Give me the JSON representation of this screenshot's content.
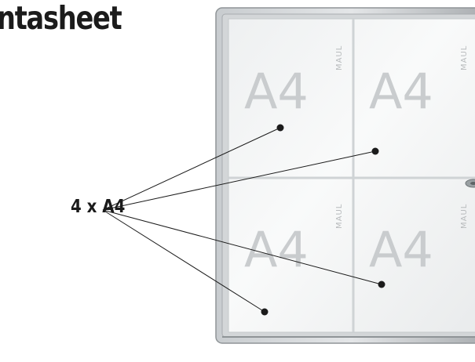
{
  "heading": {
    "title": "ntasheet"
  },
  "callout": {
    "label": "4 x A4"
  },
  "cabinet": {
    "panels": [
      {
        "format": "A4",
        "brand": "MAUL"
      },
      {
        "format": "A4",
        "brand": "MAUL"
      },
      {
        "format": "A4",
        "brand": "MAUL"
      },
      {
        "format": "A4",
        "brand": "MAUL"
      }
    ]
  },
  "colors": {
    "frame": "#9ea3a6",
    "panel": "#f5f6f6",
    "text": "#1b1b1b",
    "watermark": "#c9ccce"
  }
}
